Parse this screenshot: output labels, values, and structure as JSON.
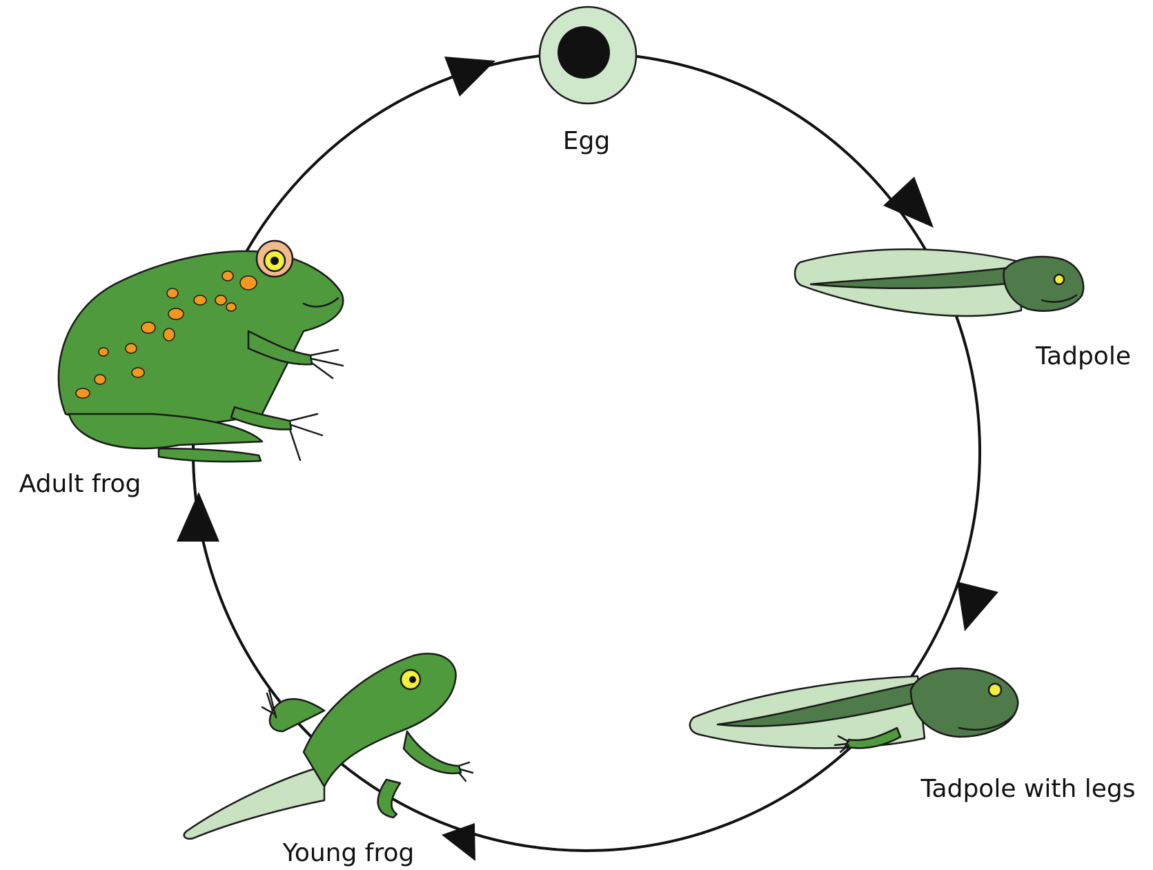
{
  "stages": [
    {
      "id": "egg",
      "label": "Egg"
    },
    {
      "id": "tadpole",
      "label": "Tadpole"
    },
    {
      "id": "tadpole-with-legs",
      "label": "Tadpole with legs"
    },
    {
      "id": "young-frog",
      "label": "Young frog"
    },
    {
      "id": "adult-frog",
      "label": "Adult frog"
    }
  ],
  "colors": {
    "cycle_line": "#111111",
    "frog_green": "#4f9a3c",
    "frog_dark_green": "#2f6b26",
    "tadpole_body": "#4f7a4a",
    "tail_fin": "#c8e2c2",
    "egg_jelly": "#cfe8cc",
    "egg_yolk": "#111111",
    "spots": "#f5961e",
    "eye_yellow": "#f2ef3a",
    "eye_orange": "#f2b98e"
  }
}
